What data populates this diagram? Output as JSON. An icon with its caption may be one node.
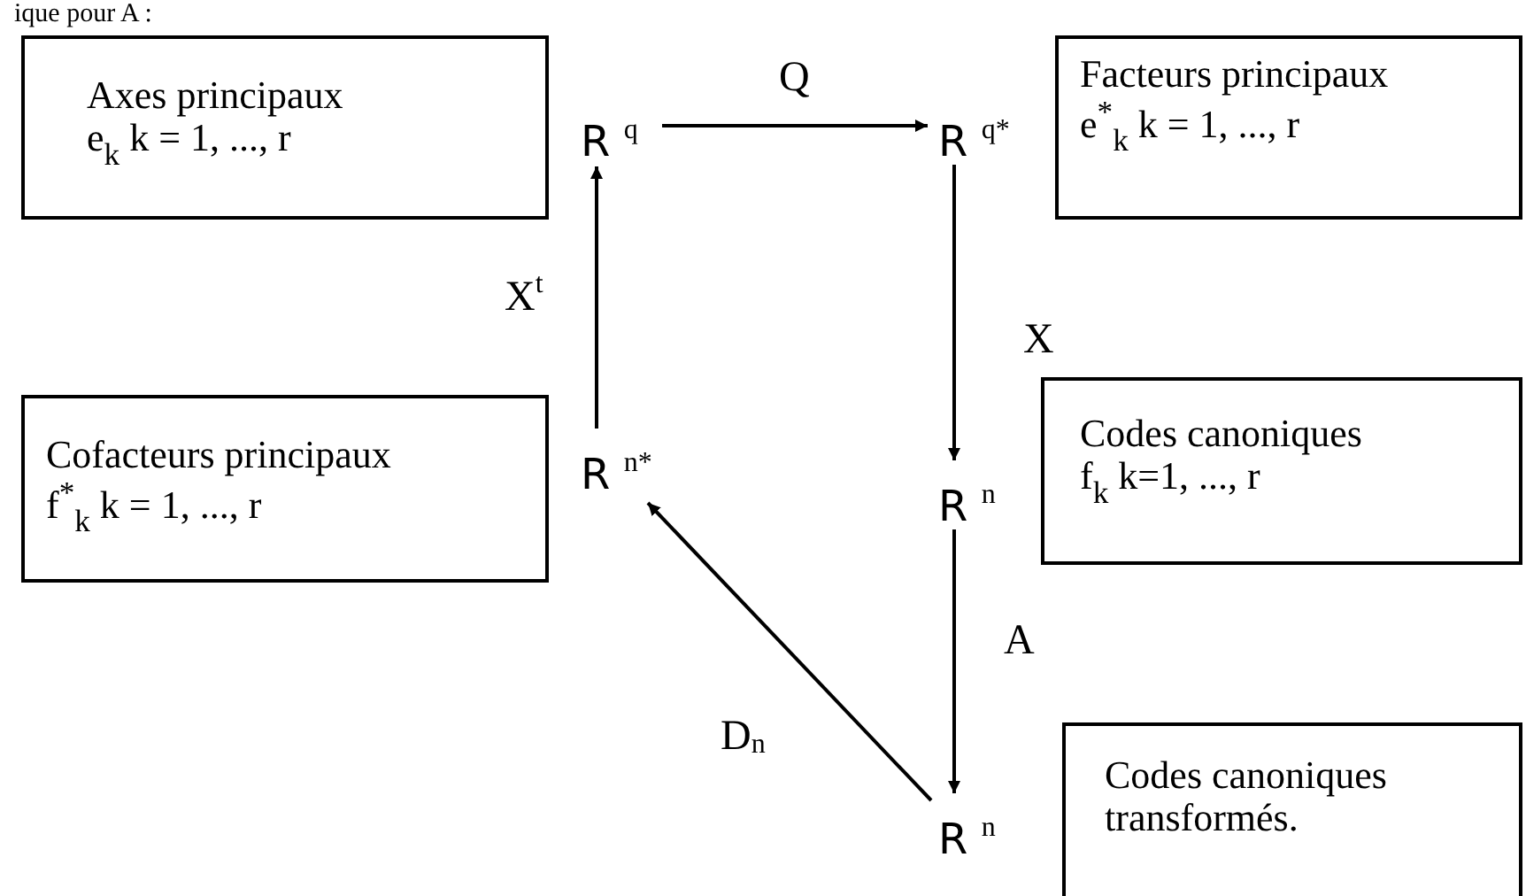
{
  "diagram": {
    "nodes": [
      {
        "text": [
          "Axes principaux",
          "e$_{k}$  k = 1, ..., r"
        ]
      },
      {
        "text": [
          "R $^{q}$"
        ]
      },
      {
        "text": [
          "R $^{q*}$"
        ]
      },
      {
        "text": [
          "Facteurs principaux",
          "e$^{*}$$_{k}$ k = 1, ..., r"
        ]
      },
      {
        "text": [
          "Cofacteurs principaux",
          "f$^{*}$$_{k}$   k = 1, ..., r"
        ]
      },
      {
        "text": [
          "R $^{n*}$"
        ]
      },
      {
        "text": [
          "R $^{n}$"
        ]
      },
      {
        "text": [
          "Codes canoniques",
          "f$_{k}$ k=1, ..., r"
        ]
      },
      {
        "text": [
          "R $^{n}$"
        ]
      },
      {
        "text": [
          "Codes canoniques transformés."
        ]
      }
    ],
    "edges": [
      {
        "from": 1,
        "to": 2,
        "arrow": "to",
        "label": "Q"
      },
      {
        "from": 2,
        "to": 6,
        "arrow": "to",
        "label": "X"
      },
      {
        "from": 6,
        "to": 8,
        "arrow": "to",
        "label": "A"
      },
      {
        "from": 8,
        "to": 5,
        "arrow": "to",
        "label": "D$_{n}$"
      },
      {
        "from": 5,
        "to": 1,
        "arrow": "to",
        "label": "X$^{t}$"
      }
    ],
    "labels": [
      "ique pour A :"
    ]
  }
}
